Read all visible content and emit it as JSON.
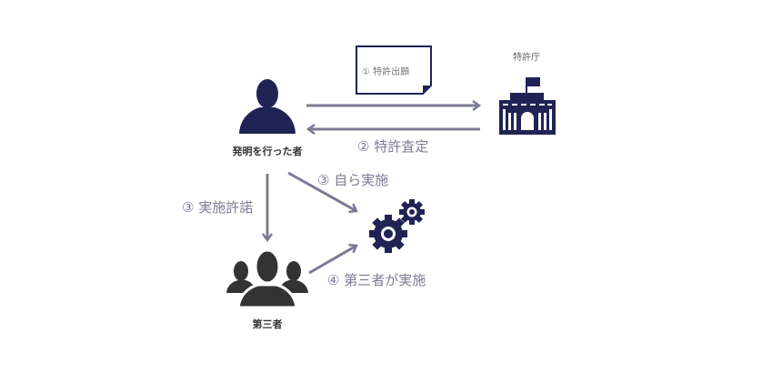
{
  "inventor": {
    "label": "発明を行った者",
    "icon": "person-icon"
  },
  "patent_office": {
    "label": "特許庁",
    "icon": "government-building-icon"
  },
  "third_party": {
    "label": "第三者",
    "icon": "group-icon"
  },
  "implementation": {
    "icon": "gears-icon"
  },
  "steps": {
    "application": "① 特許出願",
    "grant": "② 特許査定",
    "self_implement": "③ 自ら実施",
    "license": "③ 実施許諾",
    "third_party_implement": "④ 第三者が実施"
  },
  "colors": {
    "navy": "#1f2454",
    "arrow": "#7b7b95",
    "people": "#333333"
  }
}
